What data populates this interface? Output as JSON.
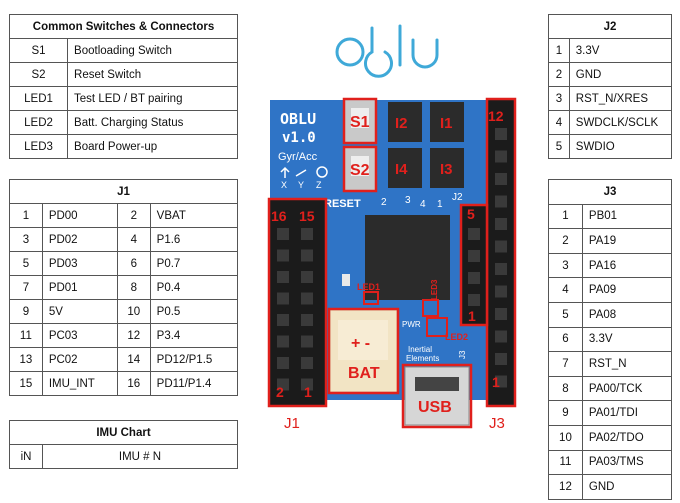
{
  "logo_text": "oblu",
  "common": {
    "title": "Common Switches & Connectors",
    "rows": [
      [
        "S1",
        "Bootloading Switch"
      ],
      [
        "S2",
        "Reset Switch"
      ],
      [
        "LED1",
        "Test LED / BT pairing"
      ],
      [
        "LED2",
        "Batt. Charging Status"
      ],
      [
        "LED3",
        "Board Power-up"
      ]
    ]
  },
  "j1": {
    "title": "J1",
    "rows": [
      [
        "1",
        "PD00",
        "2",
        "VBAT"
      ],
      [
        "3",
        "PD02",
        "4",
        "P1.6"
      ],
      [
        "5",
        "PD03",
        "6",
        "P0.7"
      ],
      [
        "7",
        "PD01",
        "8",
        "P0.4"
      ],
      [
        "9",
        "5V",
        "10",
        "P0.5"
      ],
      [
        "11",
        "PC03",
        "12",
        "P3.4"
      ],
      [
        "13",
        "PC02",
        "14",
        "PD12/P1.5"
      ],
      [
        "15",
        "IMU_INT",
        "16",
        "PD11/P1.4"
      ]
    ]
  },
  "imu": {
    "title": "IMU Chart",
    "col1": "iN",
    "col2": "IMU # N"
  },
  "j2": {
    "title": "J2",
    "rows": [
      [
        "1",
        "3.3V"
      ],
      [
        "2",
        "GND"
      ],
      [
        "3",
        "RST_N/XRES"
      ],
      [
        "4",
        "SWDCLK/SCLK"
      ],
      [
        "5",
        "SWDIO"
      ]
    ]
  },
  "j3": {
    "title": "J3",
    "rows": [
      [
        "1",
        "PB01"
      ],
      [
        "2",
        "PA19"
      ],
      [
        "3",
        "PA16"
      ],
      [
        "4",
        "PA09"
      ],
      [
        "5",
        "PA08"
      ],
      [
        "6",
        "3.3V"
      ],
      [
        "7",
        "RST_N"
      ],
      [
        "8",
        "PA00/TCK"
      ],
      [
        "9",
        "PA01/TDI"
      ],
      [
        "10",
        "PA02/TDO"
      ],
      [
        "11",
        "PA03/TMS"
      ],
      [
        "12",
        "GND"
      ]
    ]
  },
  "board": {
    "name_line1": "OBLU",
    "name_line2": "v1.0",
    "gyr_acc": "Gyr/Acc",
    "axes": [
      "X",
      "Y",
      "Z"
    ],
    "reset": "RESET",
    "s1": "S1",
    "s2": "S2",
    "imus": [
      "I2",
      "I1",
      "I4",
      "I3"
    ],
    "silk_imu_nums": [
      "2",
      "3",
      "4",
      "1"
    ],
    "silk_j2": "J2",
    "j1_top_left": "16",
    "j1_top_right": "15",
    "j1_bot_left": "2",
    "j1_bot_right": "1",
    "j2_num": "12",
    "j3_top": "5",
    "j3_mid": "1",
    "j3_bot": "1",
    "bat_pol": "+ -",
    "bat": "BAT",
    "usb": "USB",
    "led1": "LED1",
    "led2": "LED2",
    "led3": "LED3",
    "pwr": "PWR",
    "inertial1": "Inertial",
    "inertial2": "Elements",
    "j3_silk": "J3",
    "label_j1": "J1",
    "label_j3": "J3"
  },
  "colors": {
    "board": "#2f74c6",
    "highlight": "#e0201c",
    "header_black": "#1b1b1b",
    "logo": "#3fa9d8"
  }
}
